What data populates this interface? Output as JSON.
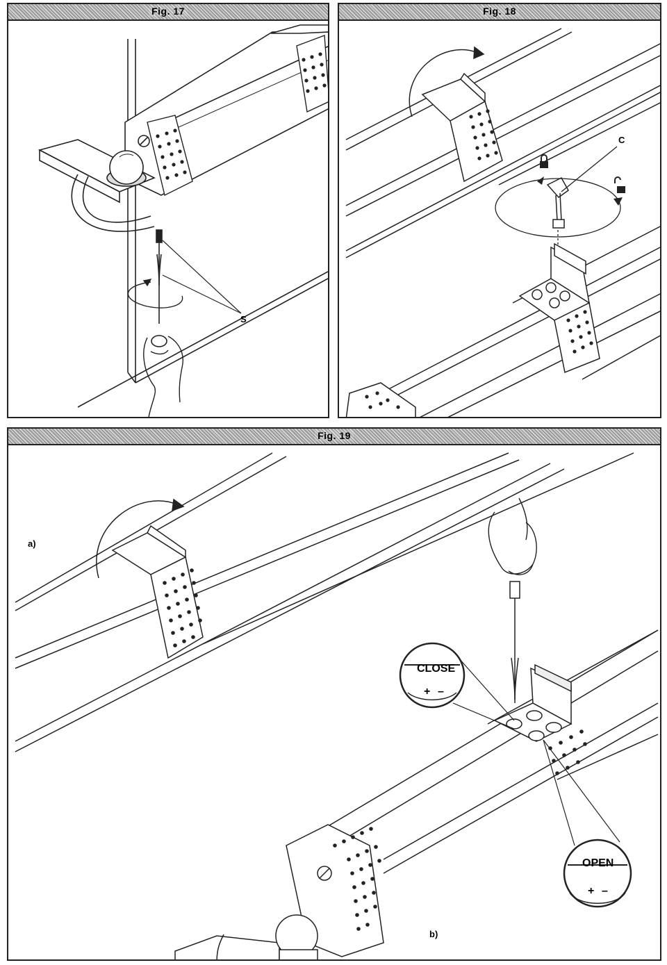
{
  "figures": [
    {
      "title": "Fig. 17",
      "callouts": {
        "s": "S"
      }
    },
    {
      "title": "Fig. 18",
      "callouts": {
        "c": "C"
      }
    },
    {
      "title": "Fig. 19",
      "callouts": {
        "a": "a)",
        "b": "b)"
      },
      "dials": {
        "close": "CLOSE",
        "open": "OPEN",
        "plus": "+",
        "minus": "–"
      }
    }
  ],
  "colors": {
    "line": "#222222",
    "header_grey": "#a8a8a8"
  },
  "icons": [
    "padlock-locked-icon",
    "padlock-unlocked-icon",
    "rotate-arrow-icon",
    "screwdriver-icon",
    "release-key-icon",
    "hand-icon"
  ]
}
